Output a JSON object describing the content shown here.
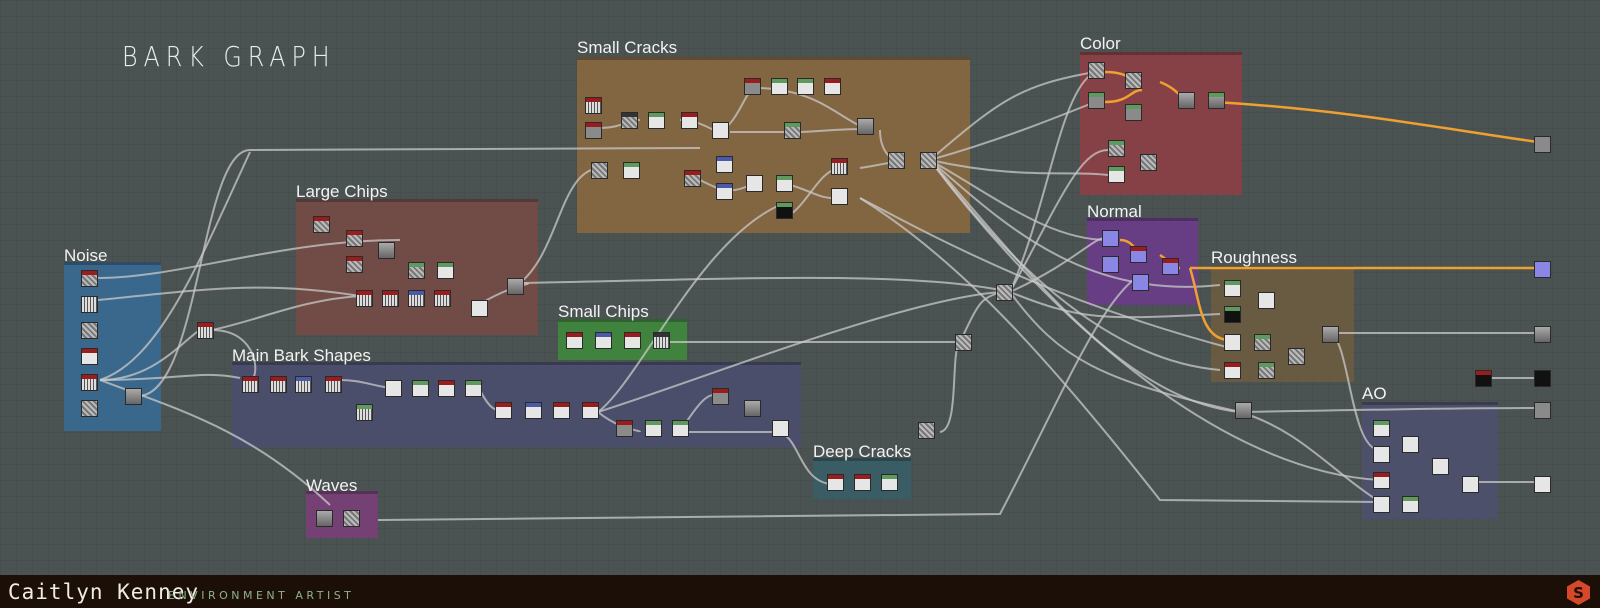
{
  "graph_title": "BARK GRAPH",
  "footer": {
    "author": "Caitlyn Kenney",
    "role": "ENVIRONMENT ARTIST"
  },
  "frames": [
    {
      "id": "noise",
      "title": "Noise",
      "color": "#3a6a99"
    },
    {
      "id": "large-chips",
      "title": "Large Chips",
      "color": "#7a4a44"
    },
    {
      "id": "small-cracks",
      "title": "Small Cracks",
      "color": "#8a6a40"
    },
    {
      "id": "small-chips",
      "title": "Small Chips",
      "color": "#3f8a3c"
    },
    {
      "id": "main-bark-shapes",
      "title": "Main Bark Shapes",
      "color": "#4a4d6e"
    },
    {
      "id": "waves",
      "title": "Waves",
      "color": "#7a3f78"
    },
    {
      "id": "deep-cracks",
      "title": "Deep Cracks",
      "color": "#375d66"
    },
    {
      "id": "color",
      "title": "Color",
      "color": "#8e3f44"
    },
    {
      "id": "normal",
      "title": "Normal",
      "color": "#6a3a8a"
    },
    {
      "id": "roughness",
      "title": "Roughness",
      "color": "#6b5a40"
    },
    {
      "id": "ao",
      "title": "AO",
      "color": "#4c4f6c"
    }
  ],
  "colors": {
    "wire": "#c9c9c9",
    "highlight_wire": "#f0a030",
    "header_red": "#9a1c1c",
    "header_green": "#5e9a5e",
    "header_blue": "#4a5aa8",
    "header_dark": "#333333",
    "footer_bg": "#1b0f08",
    "logo": "#d5482a"
  }
}
